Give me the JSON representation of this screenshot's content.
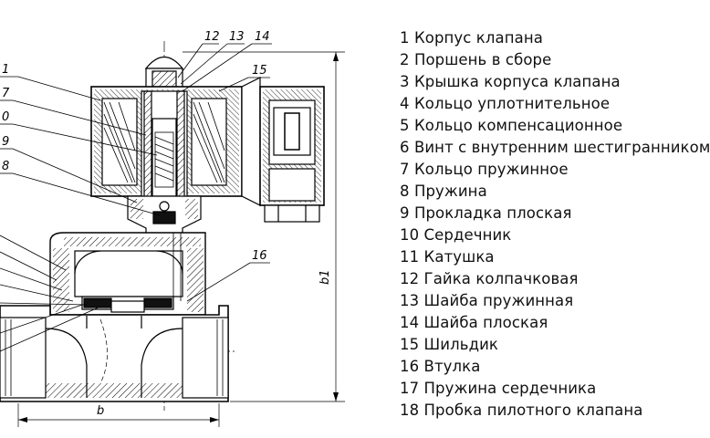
{
  "drawing": {
    "callouts": {
      "n1": "1",
      "n7": "7",
      "n10": "0",
      "n9": "9",
      "n8": "8",
      "n12": "12",
      "n13": "13",
      "n14": "14",
      "n15": "15",
      "n16": "16"
    },
    "dims": {
      "b": "b",
      "b1": "b1"
    }
  },
  "parts": [
    "1 Корпус клапана",
    "2 Поршень в сборе",
    "3 Крышка корпуса клапана",
    "4 Кольцо уплотнительное",
    "5 Кольцо компенсационное",
    "6 Винт с внутренним шестигранником",
    "7 Кольцо пружинное",
    "8 Пружина",
    "9 Прокладка плоская",
    "10 Сердечник",
    "11 Катушка",
    "12 Гайка колпачковая",
    "13 Шайба пружинная",
    "14 Шайба плоская",
    "15 Шильдик",
    "16 Втулка",
    "17 Пружина сердечника",
    "18 Пробка пилотного клапана"
  ]
}
